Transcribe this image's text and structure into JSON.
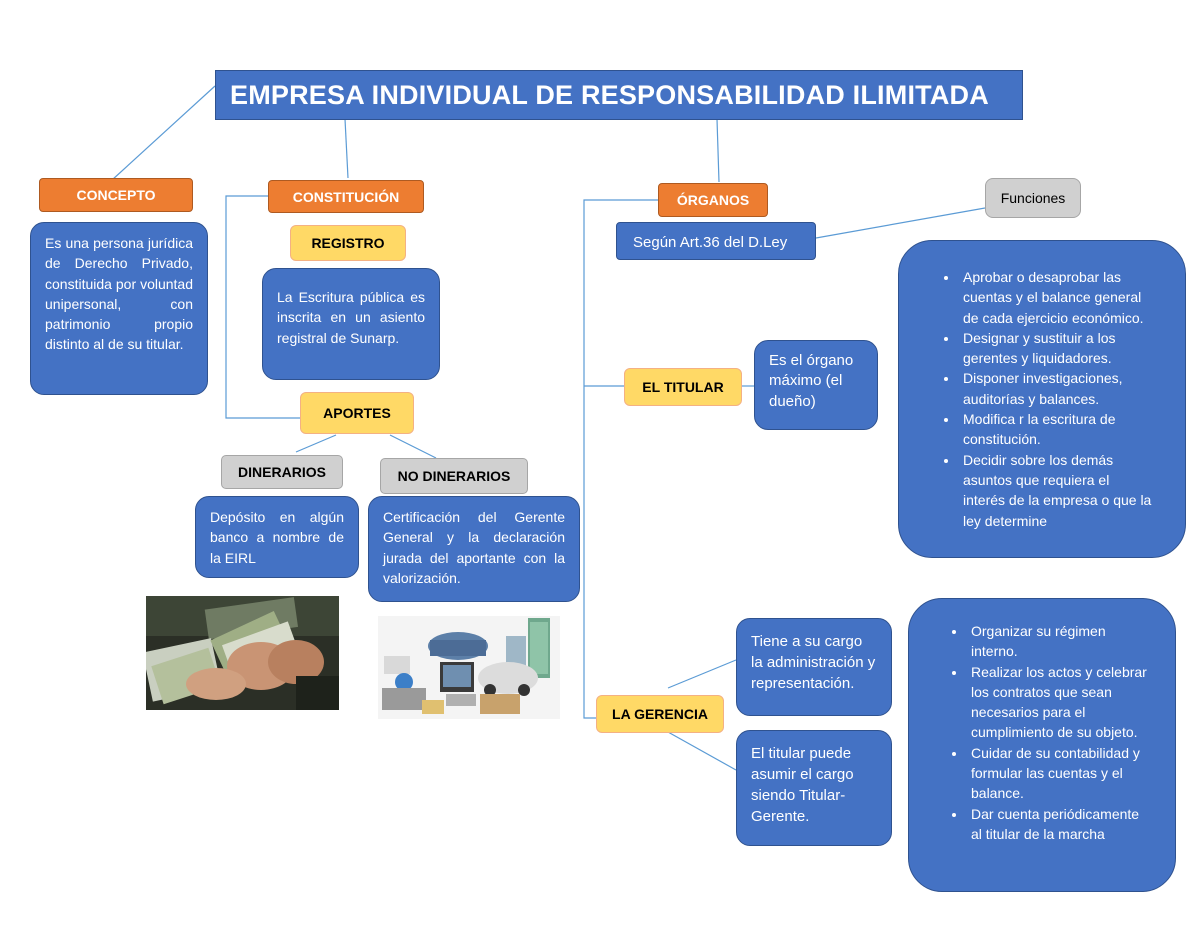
{
  "title": "EMPRESA INDIVIDUAL DE RESPONSABILIDAD ILIMITADA",
  "concepto": {
    "label": "CONCEPTO",
    "text": "Es una persona jurídica de Derecho Privado, constituida por voluntad unipersonal, con patrimonio propio distinto al de su titular."
  },
  "constitucion": {
    "label": "CONSTITUCIÓN",
    "registro_label": "REGISTRO",
    "registro_text": "La Escritura pública es inscrita en un asiento registral de Sunarp.",
    "aportes_label": "APORTES",
    "dinerarios_label": "DINERARIOS",
    "dinerarios_text": "Depósito en algún banco a nombre de la EIRL",
    "no_dinerarios_label": "NO DINERARIOS",
    "no_dinerarios_text": "Certificación del Gerente General y la declaración jurada del aportante con la valorización."
  },
  "organos": {
    "label": "ÓRGANOS",
    "source": "Según Art.36 del D.Ley",
    "funciones_label": "Funciones",
    "titular_label": "EL TITULAR",
    "titular_text": "Es el órgano máximo (el dueño)",
    "titular_funciones": [
      "Aprobar o desaprobar las cuentas y el balance general de cada ejercicio económico.",
      "Designar y sustituir a los gerentes y liquidadores.",
      "Disponer investigaciones, auditorías y balances.",
      "Modifica r la escritura de constitución.",
      "Decidir sobre los demás asuntos que requiera el interés de la empresa o que la ley determine"
    ],
    "gerencia_label": "LA GERENCIA",
    "gerencia_text1": "Tiene a su cargo la administración y representación.",
    "gerencia_text2": "El titular puede asumir el cargo siendo Titular-Gerente.",
    "gerencia_funciones": [
      "Organizar su régimen interno.",
      "Realizar los actos y celebrar los contratos que sean necesarios para el cumplimiento de su objeto.",
      "Cuidar de su contabilidad y formular las cuentas y el balance.",
      "Dar cuenta periódicamente al titular de la marcha"
    ]
  },
  "colors": {
    "title_blue": "#4472c4",
    "orange": "#ed7d31",
    "yellow": "#ffd966",
    "gray": "#d0d0d0",
    "line": "#5b9bd5"
  }
}
